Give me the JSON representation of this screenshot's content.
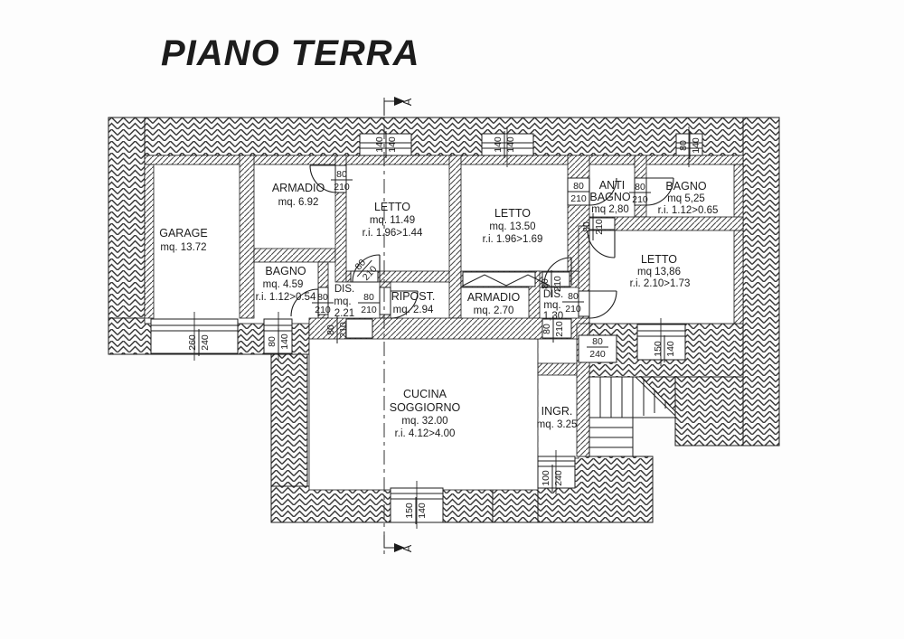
{
  "title": "PIANO TERRA",
  "section_marker": "A",
  "rooms": {
    "garage": {
      "name": "GARAGE",
      "area": "mq. 13.72"
    },
    "armadio1": {
      "name": "ARMADIO",
      "area": "mq. 6.92"
    },
    "letto1": {
      "name": "LETTO",
      "area": "mq. 11.49",
      "ri": "r.i. 1.96>1.44"
    },
    "letto2": {
      "name": "LETTO",
      "area": "mq. 13.50",
      "ri": "r.i. 1.96>1.69"
    },
    "antibagno": {
      "name1": "ANTI",
      "name2": "BAGNO",
      "area": "mq 2,80"
    },
    "bagno2": {
      "name": "BAGNO",
      "area": "mq 5,25",
      "ri": "r.i. 1.12>0.65"
    },
    "bagno1": {
      "name": "BAGNO",
      "area": "mq. 4.59",
      "ri": "r.i. 1.12>0.54"
    },
    "dis1": {
      "name": "DIS.",
      "area": "mq.",
      "area2": "2.21"
    },
    "ripost": {
      "name": "RIPOST.",
      "area": "mq. 2.94"
    },
    "armadio2": {
      "name": "ARMADIO",
      "area": "mq. 2.70"
    },
    "dis2": {
      "name": "DIS.",
      "area": "mq.",
      "area2": "1,30"
    },
    "letto3": {
      "name": "LETTO",
      "area": "mq 13,86",
      "ri": "r.i. 2.10>1.73"
    },
    "cucina": {
      "name1": "CUCINA",
      "name2": "SOGGIORNO",
      "area": "mq. 32.00",
      "ri": "r.i. 4.12>4.00"
    },
    "ingresso": {
      "name": "INGR.",
      "area": "mq. 3.25"
    }
  },
  "dims": {
    "door_armadio1": {
      "a": "80",
      "b": "210"
    },
    "door_bagno1": {
      "a": "80",
      "b": "210"
    },
    "door_ripost": {
      "a": "80",
      "b": "210"
    },
    "door_antibagno": {
      "a": "80",
      "b": "210"
    },
    "door_bagno2": {
      "a": "80",
      "b": "210"
    },
    "door_letto3": {
      "a": "80",
      "b": "210"
    },
    "door_scala": {
      "a": "80",
      "b": "240"
    },
    "door_dis1": {
      "a": "80",
      "b": "210"
    },
    "door_dis2_top": {
      "a": "80",
      "b": "210"
    },
    "door_dis2_bottom": {
      "a": "80",
      "b": "210"
    },
    "door_antibagno_letto3": {
      "a": "80",
      "b": "210"
    },
    "door_cucina": {
      "a": "80",
      "b": "210"
    },
    "door_ingresso": {
      "a": "100",
      "b": "240"
    },
    "window_letto1": {
      "a": "140",
      "b": "140"
    },
    "window_letto2": {
      "a": "140",
      "b": "140"
    },
    "window_bagno2": {
      "a": "80",
      "b": "140"
    },
    "window_bagno1": {
      "a": "80",
      "b": "140"
    },
    "garage_door": {
      "a": "260",
      "b": "240"
    },
    "window_letto3": {
      "a": "150",
      "b": "140"
    },
    "window_cucina": {
      "a": "150",
      "b": "140"
    }
  }
}
